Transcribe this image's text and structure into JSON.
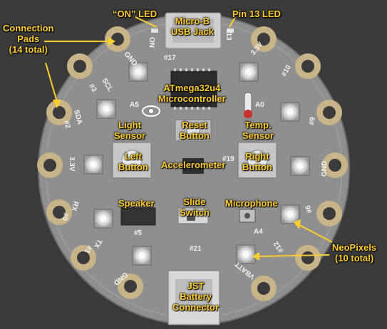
{
  "background_color": "#3b3b3b",
  "board_color": "#8f8f8f",
  "label_color": "#ffcf2e",
  "silkscreen": {
    "on": "ON",
    "pin13": "#13",
    "scl": "SCL",
    "pin3": "#3",
    "sda": "SDA",
    "pin2": "#2",
    "v33_left": "3.3V",
    "rx": "RX",
    "pin0": "#0",
    "tx": "TX",
    "pin1": "#1",
    "gnd_top": "GND",
    "gnd_bottom_left": "GND",
    "v33_right": "3.3V",
    "pin10": "#10",
    "pin9": "#9",
    "gnd_right": "GND",
    "pin6": "#6",
    "pin12": "#12",
    "vbatt": "VBATT",
    "pin17": "#17",
    "pin5": "#5",
    "pin19": "#19",
    "pin21": "#21",
    "a5": "A5",
    "a0": "A0",
    "a4": "A4"
  },
  "callouts": {
    "connection_pads": [
      "Connection",
      "Pads",
      "(14 total)"
    ],
    "on_led": [
      "“ON” LED"
    ],
    "micro_b": [
      "Micro-B",
      "USB Jack"
    ],
    "pin13_led": [
      "Pin 13 LED"
    ],
    "atmega": [
      "ATmega32u4",
      "Microcontroller"
    ],
    "light_sensor": [
      "Light",
      "Sensor"
    ],
    "reset_button": [
      "Reset",
      "Button"
    ],
    "temp_sensor": [
      "Temp.",
      "Sensor"
    ],
    "left_button": [
      "Left",
      "Button"
    ],
    "accelerometer": [
      "Accelerometer"
    ],
    "right_button": [
      "Right",
      "Button"
    ],
    "speaker": [
      "Speaker"
    ],
    "slide_switch": [
      "Slide",
      "Switch"
    ],
    "microphone": [
      "Microphone"
    ],
    "neopixels": [
      "NeoPixels",
      "(10 total)"
    ],
    "jst": [
      "JST",
      "Battery",
      "Connector"
    ]
  }
}
